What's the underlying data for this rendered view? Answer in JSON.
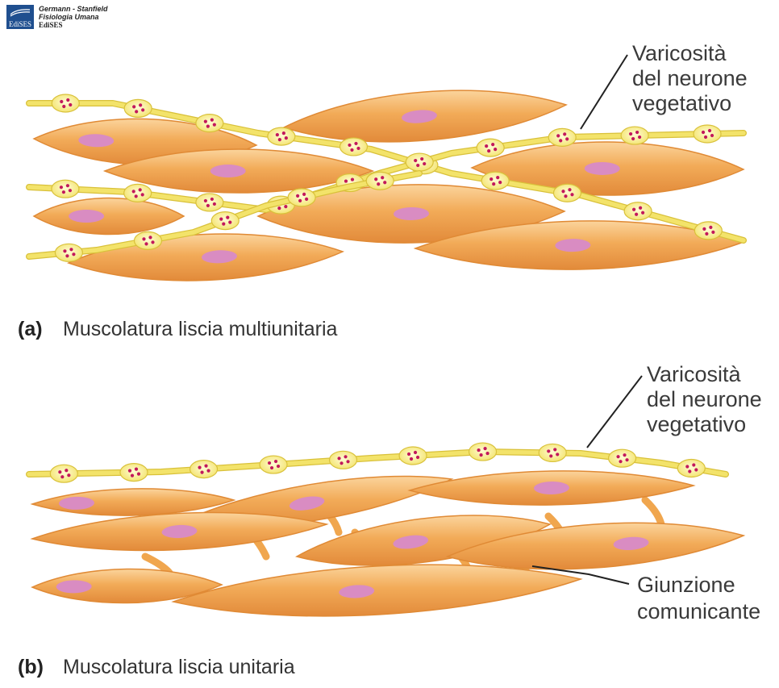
{
  "header": {
    "logo_text": "EdiSES",
    "credit_authors": "Germann - Stanfield",
    "credit_title": "Fisiologia Umana",
    "credit_publisher": "EdiSES"
  },
  "panel_a": {
    "letter": "(a)",
    "title": "Muscolatura liscia multiunitaria",
    "callout_varicosity": [
      "Varicosità",
      "del neurone",
      "vegetativo"
    ]
  },
  "panel_b": {
    "letter": "(b)",
    "title": "Muscolatura liscia unitaria",
    "callout_varicosity": [
      "Varicosità",
      "del neurone",
      "vegetativo"
    ],
    "callout_junction": [
      "Giunzione",
      "comunicante"
    ]
  },
  "colors": {
    "cell_fill": "#f0a64e",
    "cell_edge": "#e08a35",
    "cell_highlight": "#fbd49c",
    "nucleus": "#d98cc2",
    "nerve": "#f3e36a",
    "nerve_edge": "#d9c13a",
    "vesicle": "#c2185b",
    "leader_line": "#222222"
  }
}
